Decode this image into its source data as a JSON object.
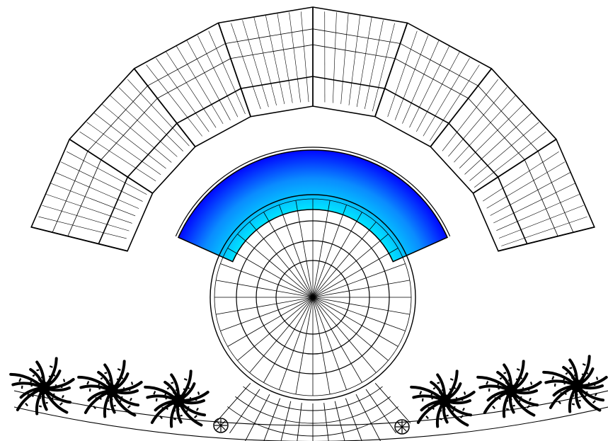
{
  "drawing": {
    "stroke_color": "#000000",
    "background_color": "#ffffff",
    "pool_gradient": {
      "outer_color": "#0000ff",
      "mid_color": "#0a8cff",
      "inner_color": "#00e8ff"
    },
    "outer_seating": {
      "segments": 8,
      "sub_lines_per_segment": 8
    },
    "wheel": {
      "spokes": 36,
      "rings": 4
    },
    "palms": {
      "count": 6
    }
  }
}
